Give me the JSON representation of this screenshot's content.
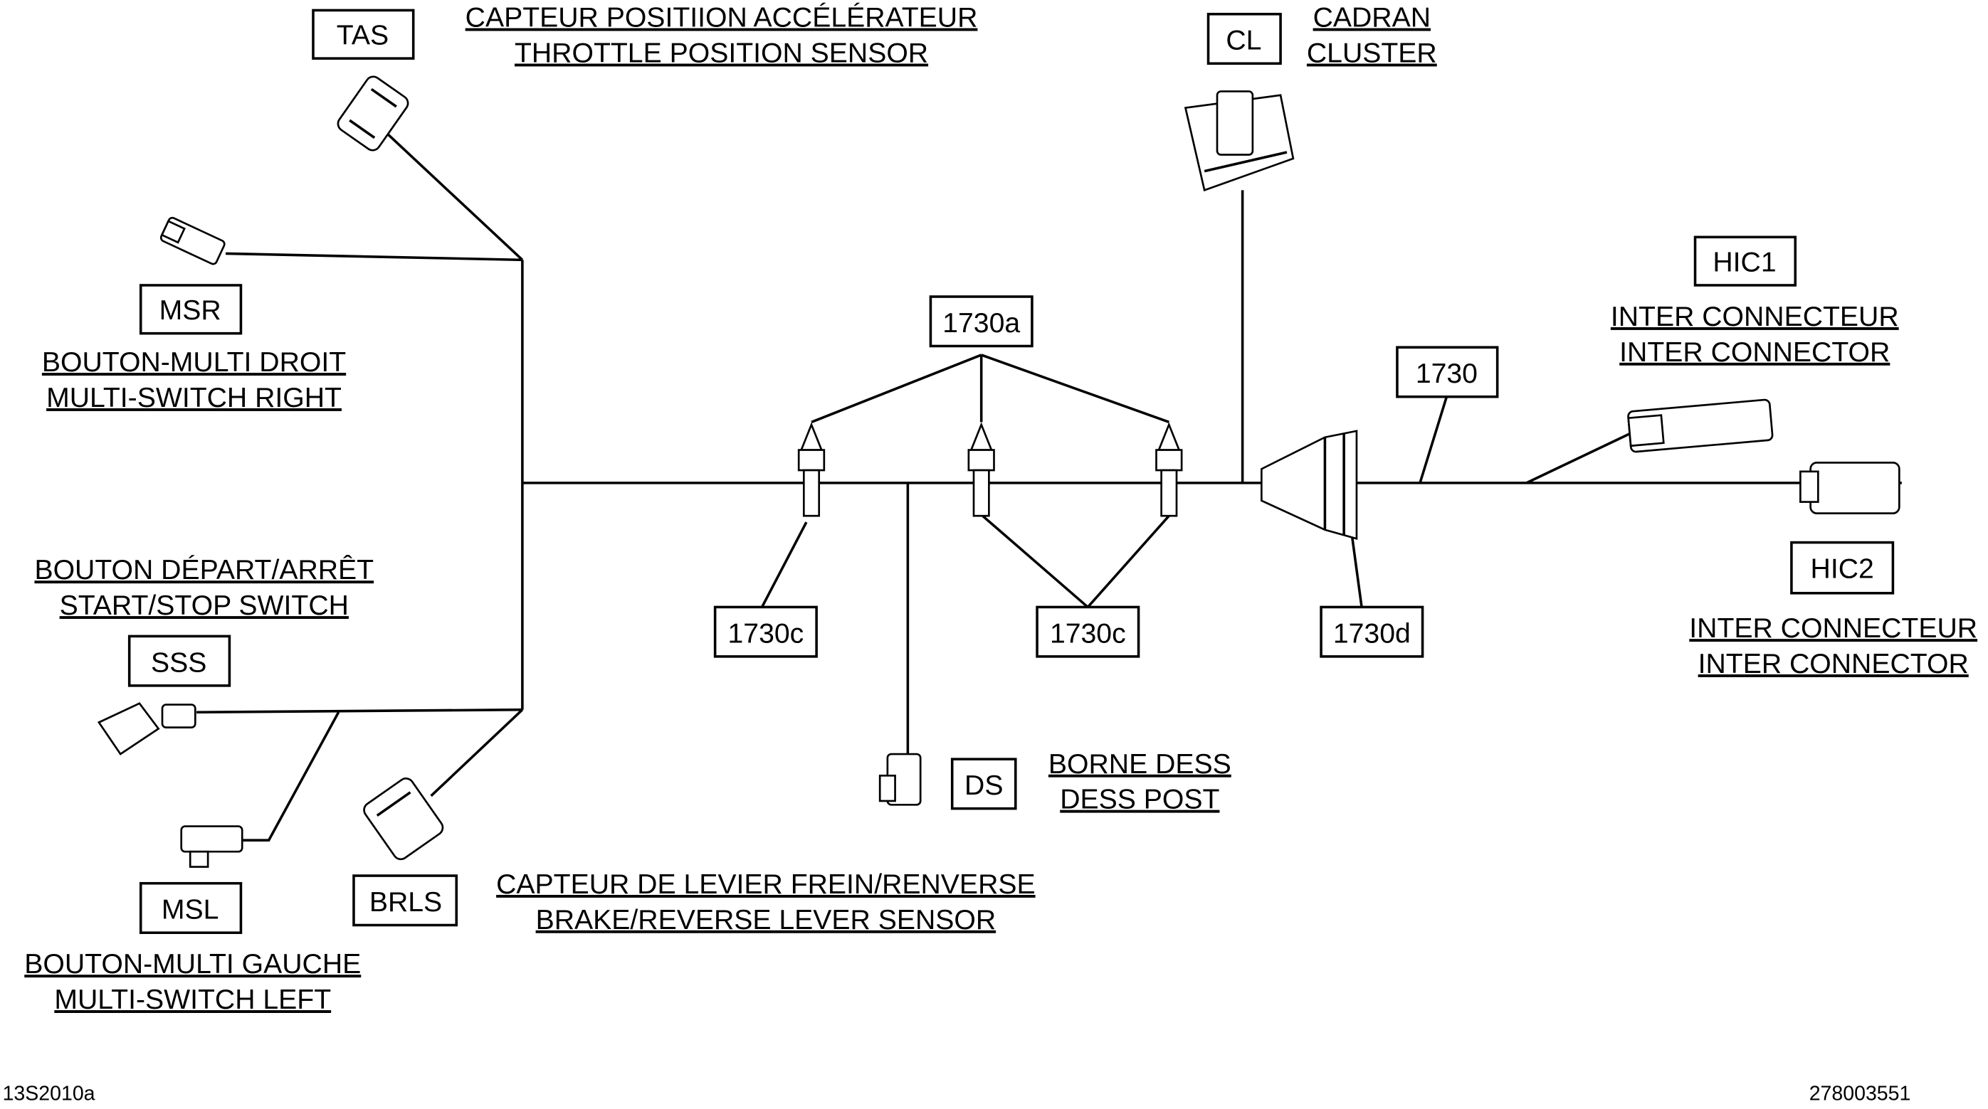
{
  "codes": {
    "tas": "TAS",
    "cl": "CL",
    "msr": "MSR",
    "c1730a": "1730a",
    "c1730": "1730",
    "hic1": "HIC1",
    "hic2": "HIC2",
    "sss": "SSS",
    "c1730c_1": "1730c",
    "c1730c_2": "1730c",
    "c1730d": "1730d",
    "ds": "DS",
    "msl": "MSL",
    "brls": "BRLS"
  },
  "labels": {
    "tas": [
      "CAPTEUR POSITIION ACCÉLÉRATEUR",
      "THROTTLE POSITION SENSOR"
    ],
    "cl": [
      "CADRAN",
      "CLUSTER"
    ],
    "msr": [
      "BOUTON-MULTI DROIT",
      "MULTI-SWITCH RIGHT"
    ],
    "hic1": [
      "INTER CONNECTEUR",
      "INTER CONNECTOR"
    ],
    "hic2": [
      "INTER CONNECTEUR",
      "INTER CONNECTOR"
    ],
    "sss": [
      "BOUTON DÉPART/ARRÊT",
      "START/STOP SWITCH"
    ],
    "ds": [
      "BORNE DESS",
      "DESS POST"
    ],
    "brls": [
      "CAPTEUR DE LEVIER FREIN/RENVERSE",
      "BRAKE/REVERSE LEVER SENSOR"
    ],
    "msl": [
      "BOUTON-MULTI GAUCHE",
      "MULTI-SWITCH LEFT"
    ]
  },
  "footer": {
    "figure_id": "13S2010a",
    "part_number": "278003551"
  }
}
